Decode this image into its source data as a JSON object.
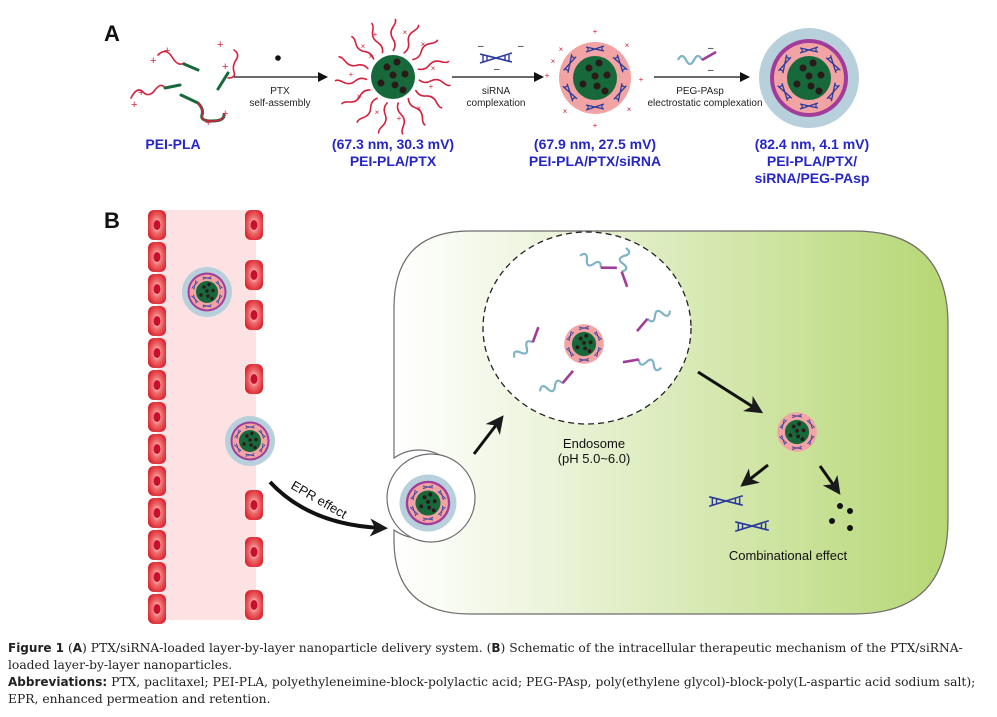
{
  "panel_a": {
    "label": "A",
    "steps": [
      {
        "name": "PEI-PLA",
        "size_charge": "",
        "lines": [
          "PEI-PLA"
        ]
      },
      {
        "name": "PEI-PLA/PTX",
        "size_charge": "(67.3 nm, 30.3 mV)",
        "lines": [
          "PEI-PLA/PTX"
        ]
      },
      {
        "name": "PEI-PLA/PTX/siRNA",
        "size_charge": "(67.9 nm, 27.5 mV)",
        "lines": [
          "PEI-PLA/PTX/siRNA"
        ]
      },
      {
        "name": "PEI-PLA/PTX/siRNA/PEG-PAsp",
        "size_charge": "(82.4 nm, 4.1 mV)",
        "lines": [
          "PEI-PLA/PTX/",
          "siRNA/PEG-PAsp"
        ]
      }
    ],
    "arrows": [
      {
        "line1": "PTX",
        "line2": "self-assembly"
      },
      {
        "line1": "siRNA",
        "line2": "complexation"
      },
      {
        "line1": "PEG-PAsp",
        "line2": "electrostatic complexation"
      }
    ]
  },
  "panel_b": {
    "label": "B",
    "epr_label": "EPR effect",
    "endosome_label": "Endosome",
    "endosome_ph": "(pH 5.0~6.0)",
    "effect_label": "Combinational effect"
  },
  "colors": {
    "label_blue": "#2626c8",
    "core_green": "#17683a",
    "pei_red": "#d4213d",
    "sirna_blue": "#2a3a9c",
    "peg_blue": "#8fb9c9",
    "pasp_purple": "#a23c9a",
    "shell_pink": "#f2a3a3",
    "vessel_pink": "#fde2e4",
    "cell_green": "#b9d97a"
  },
  "caption": {
    "figure_label": "Figure 1",
    "text_a_label": "A",
    "text_a": "PTX/siRNA-loaded layer-by-layer nanoparticle delivery system.",
    "text_b_label": "B",
    "text_b": "Schematic of the intracellular therapeutic mechanism of the PTX/siRNA-loaded layer-by-layer nanoparticles.",
    "abbrev_label": "Abbreviations:",
    "abbrev_text": "PTX, paclitaxel; PEI-PLA, polyethyleneimine-block-polylactic acid; PEG-PAsp, poly(ethylene glycol)-block-poly(L-aspartic acid sodium salt); EPR, enhanced permeation and retention."
  }
}
